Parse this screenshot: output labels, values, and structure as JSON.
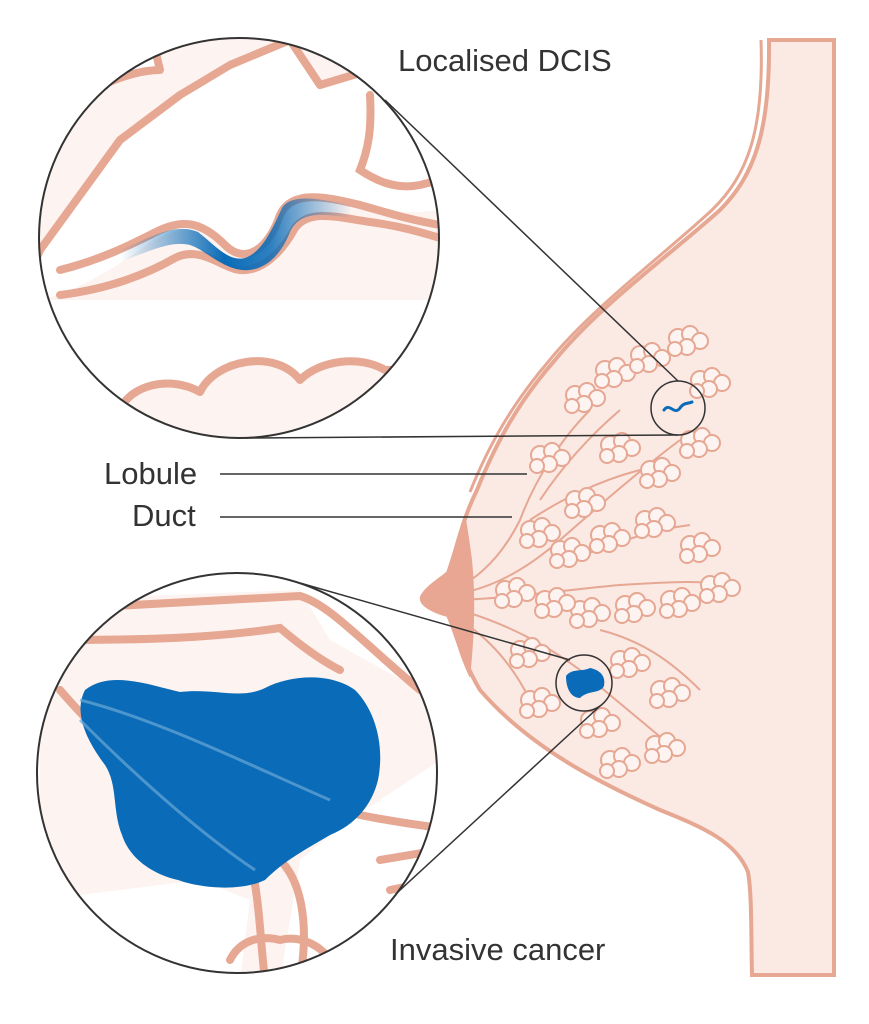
{
  "labels": {
    "top_inset": "Localised DCIS",
    "lobule": "Lobule",
    "duct": "Duct",
    "bottom_inset": "Invasive cancer"
  },
  "colors": {
    "background": "#ffffff",
    "skin_fill": "#fbe9e4",
    "skin_outline": "#e6a793",
    "tissue_fill": "#fdf3f0",
    "nipple": "#e8a693",
    "cancer": "#0a6cb8",
    "text": "#333333",
    "line": "#333333"
  }
}
